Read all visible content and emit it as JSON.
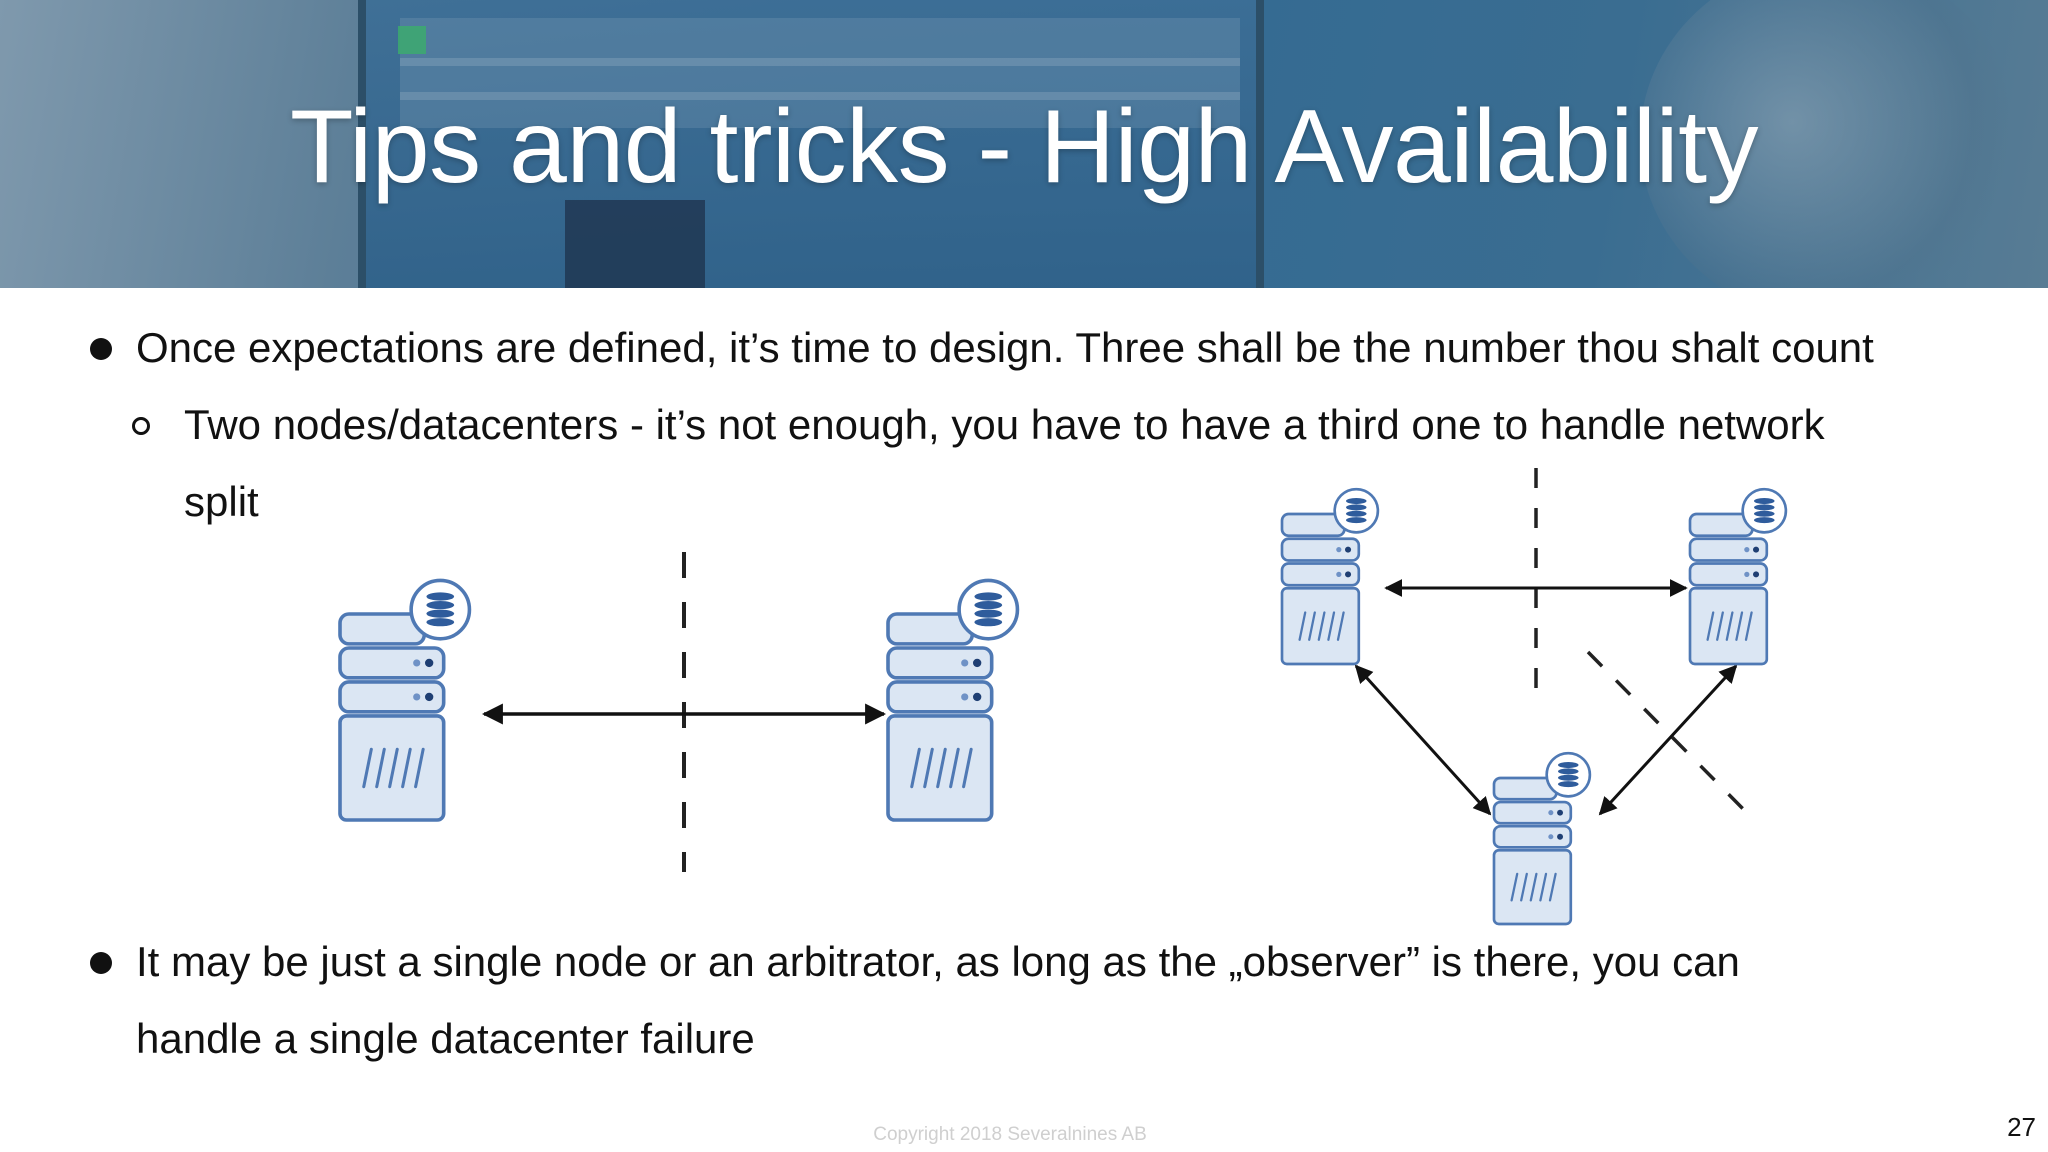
{
  "slide": {
    "title": "Tips and tricks - High Availability",
    "bullets": [
      {
        "level": 1,
        "lines": [
          "Once expectations are defined, it’s time to design. Three shall be the number thou shalt count"
        ]
      },
      {
        "level": 2,
        "lines": [
          "Two nodes/datacenters - it’s not enough, you have to have a third one to handle network",
          "split"
        ]
      },
      {
        "level": 1,
        "lines": [
          "It may be just a single node or an arbitrator, as long as the „observer” is there, you can",
          "handle a single datacenter failure"
        ]
      }
    ],
    "copyright": "Copyright 2018 Severalnines AB",
    "page_number": "27"
  },
  "diagram": {
    "icons": [
      "database-server-icon"
    ],
    "two_node": {
      "nodes": [
        "left-server",
        "right-server"
      ],
      "links": [
        [
          "left-server",
          "right-server"
        ]
      ],
      "partition": "vertical-dashed"
    },
    "three_node": {
      "nodes": [
        "top-left-server",
        "top-right-server",
        "bottom-server"
      ],
      "links": [
        [
          "top-left-server",
          "top-right-server"
        ],
        [
          "top-left-server",
          "bottom-server"
        ],
        [
          "top-right-server",
          "bottom-server"
        ]
      ],
      "partitions": [
        "vertical-dashed",
        "diagonal-dashed"
      ]
    },
    "colors": {
      "server_fill": "#dbe6f3",
      "server_stroke": "#4f79b4",
      "server_stroke_light": "#6f92c6",
      "arrow": "#111111",
      "divider": "#222222"
    }
  }
}
